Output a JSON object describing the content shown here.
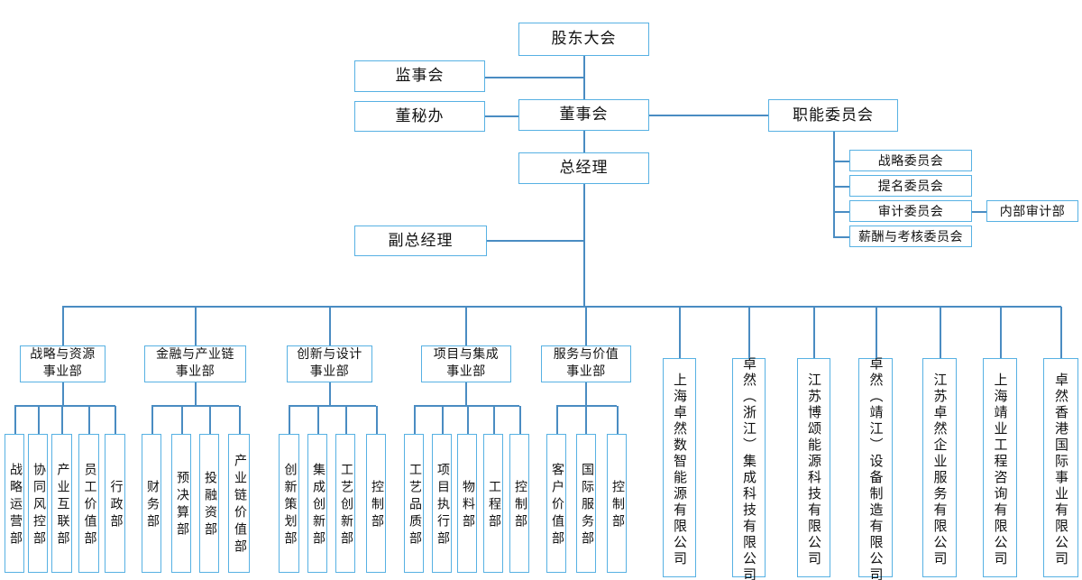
{
  "chart_type": "organizational-chart",
  "top_level": {
    "shareholders_meeting": "股东大会",
    "supervisory_board": "监事会",
    "board_of_directors": "董事会",
    "board_secretary_office": "董秘办",
    "functional_committees": "职能委员会",
    "general_manager": "总经理",
    "deputy_general_manager": "副总经理"
  },
  "committees": {
    "strategy": "战略委员会",
    "nomination": "提名委员会",
    "audit": "审计委员会",
    "compensation_assessment": "薪酬与考核委员会",
    "internal_audit_dept": "内部审计部"
  },
  "divisions": {
    "strategy_resources": "战略与资源\n事业部",
    "finance_industry_chain": "金融与产业链\n事业部",
    "innovation_design": "创新与设计\n事业部",
    "project_integration": "项目与集成\n事业部",
    "service_value": "服务与价值\n事业部"
  },
  "departments": {
    "strategy_operations": "战略运营部",
    "collaborative_risk_control": "协同风控部",
    "industry_internet": "产业互联部",
    "employee_value": "员工价值部",
    "administration": "行政部",
    "finance": "财务部",
    "budget_final_accounts": "预决算部",
    "investment_financing": "投融资部",
    "industry_chain_value": "产业链价值部",
    "innovation_planning": "创新策划部",
    "integrated_innovation": "集成创新部",
    "process_innovation": "工艺创新部",
    "control_innovation": "控制部",
    "process_quality": "工艺品质部",
    "project_execution": "项目执行部",
    "materials": "物料部",
    "engineering": "工程部",
    "control_project": "控制部",
    "customer_value": "客户价值部",
    "international_service": "国际服务部",
    "control_service": "控制部"
  },
  "subsidiaries": {
    "shanghai_zhuoran_digital_energy": "上海卓然数智能源有限公司",
    "zhuoran_zhejiang_integration_tech": "卓然（浙江）集成科技有限公司",
    "jiangsu_bosong_energy_tech": "江苏博颂能源科技有限公司",
    "zhuoran_jingjiang_equipment_mfg": "卓然（靖江）设备制造有限公司",
    "jiangsu_zhuoran_enterprise_service": "江苏卓然企业服务有限公司",
    "shanghai_jingye_engineering_consulting": "上海靖业工程咨询有限公司",
    "zhuoran_hk_international_business": "卓然香港国际事业有限公司"
  },
  "colors": {
    "box_border": "#57B1E3",
    "connector_line": "#4A8CC2",
    "text": "#111111",
    "background": "#FFFFFF"
  }
}
